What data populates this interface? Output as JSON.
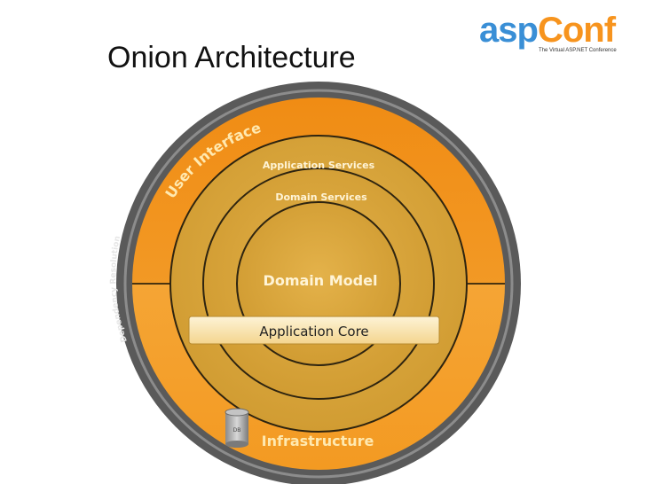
{
  "slide": {
    "title": "Onion Architecture"
  },
  "logo": {
    "part1": "asp",
    "part2": "Conf",
    "tagline": "The Virtual ASP.NET Conference",
    "color1": "#3a8fd6",
    "color2": "#f7941e"
  },
  "diagram": {
    "layers": {
      "user_interface": "User Interface",
      "infrastructure": "Infrastructure",
      "dependency_resolution": "Dependency Resolution",
      "application_services": "Application Services",
      "domain_services": "Domain Services",
      "domain_model": "Domain Model"
    },
    "core_label": "Application Core",
    "database_icon_label": "DB",
    "colors": {
      "outer_ring": "#5d5d5d",
      "ui_orange": "#f39a1e",
      "infra_orange": "#f6a43a",
      "core_gold": "#d9a53a",
      "core_band": "#fbeac0"
    }
  }
}
